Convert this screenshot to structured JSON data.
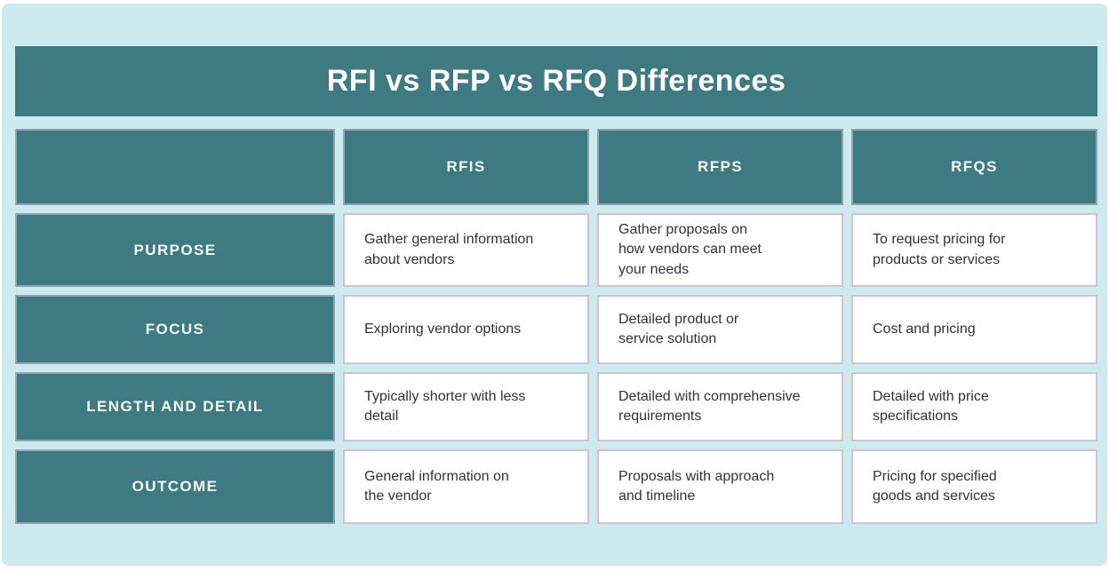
{
  "chart_data": {
    "type": "table",
    "title": "RFI vs RFP vs RFQ Differences",
    "column_headers": [
      "",
      "RFIS",
      "RFPS",
      "RFQS"
    ],
    "row_headers": [
      "PURPOSE",
      "FOCUS",
      "LENGTH AND DETAIL",
      "OUTCOME"
    ],
    "rows": [
      {
        "label": "PURPOSE",
        "cells": [
          "Gather general information\nabout vendors",
          "Gather proposals on\nhow vendors can meet\nyour needs",
          "To request pricing for\nproducts or services"
        ]
      },
      {
        "label": "FOCUS",
        "cells": [
          "Exploring vendor options",
          "Detailed product or\nservice solution",
          "Cost and pricing"
        ]
      },
      {
        "label": "LENGTH AND DETAIL",
        "cells": [
          "Typically shorter with less\ndetail",
          "Detailed with comprehensive\nrequirements",
          "Detailed with price\nspecifications"
        ]
      },
      {
        "label": "OUTCOME",
        "cells": [
          "General information on\nthe vendor",
          "Proposals with approach\nand timeline",
          "Pricing for specified\ngoods and services"
        ]
      }
    ],
    "layout": {
      "grid": "4 columns x 5 rows, separated tiles with gaps",
      "legend": "none",
      "gridlines": "none"
    }
  },
  "colors": {
    "teal_fill": "#3e7a82",
    "panel_background": "#cdeaee",
    "page_background": "#ffffff",
    "teal_cell_border": "#97a1b2",
    "white_cell_border": "#c9c4db",
    "body_text": "#323232",
    "header_text": "#ffffff"
  }
}
